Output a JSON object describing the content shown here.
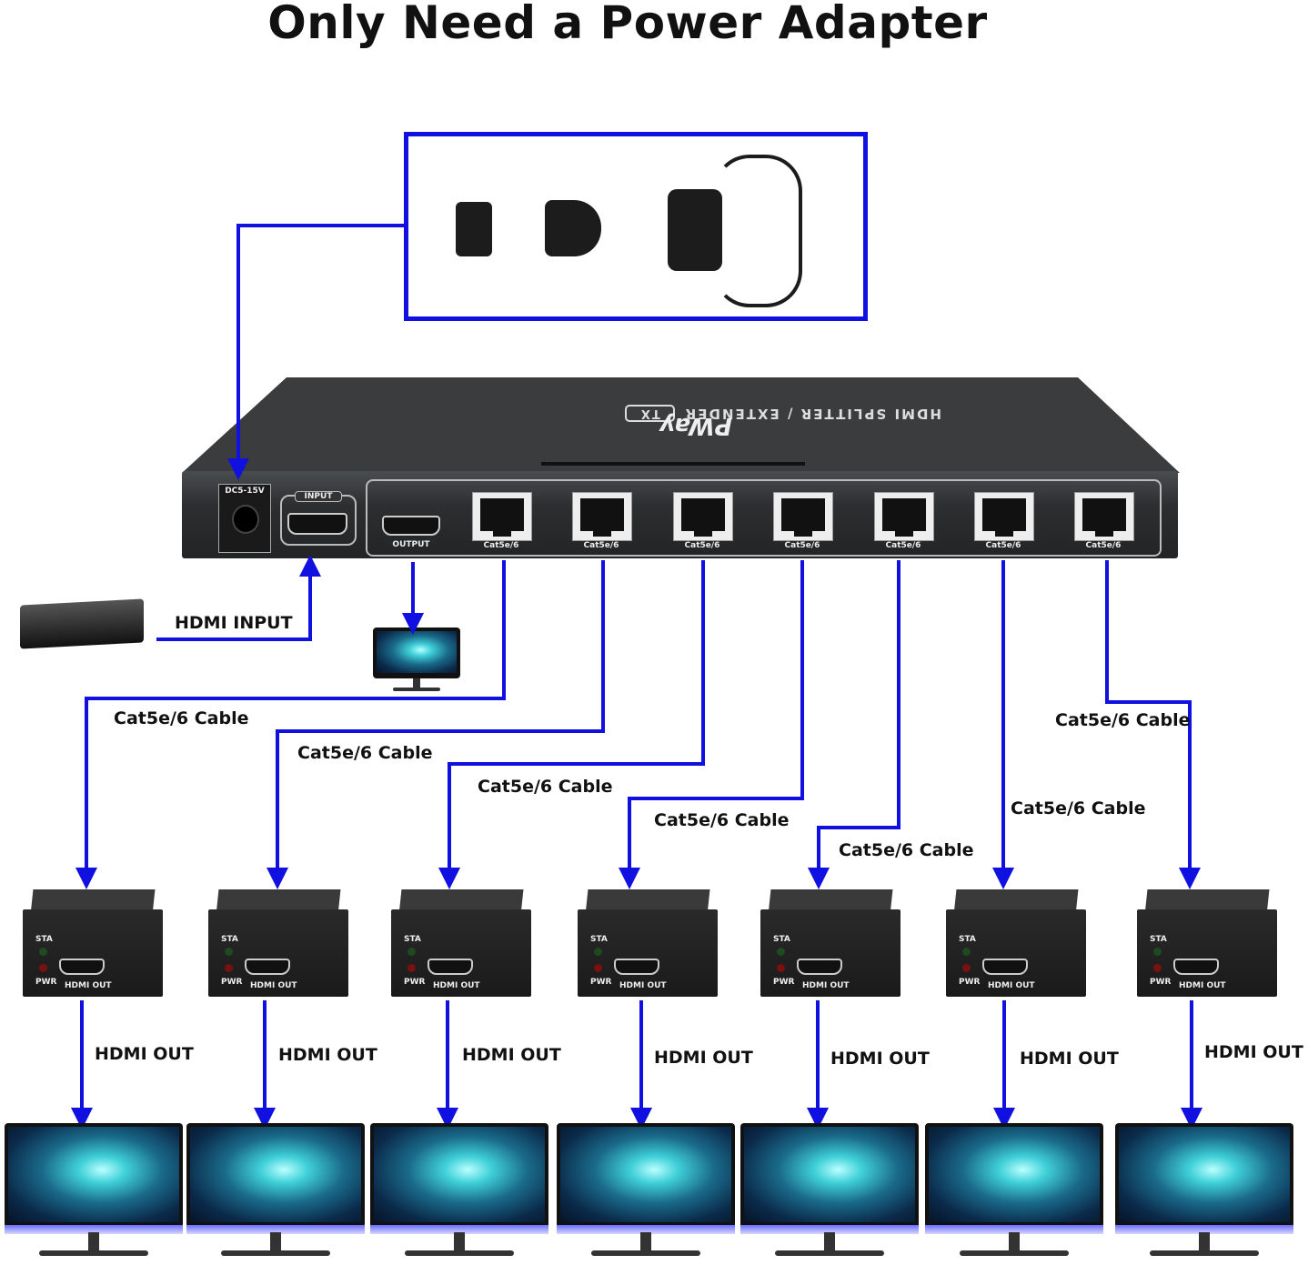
{
  "title": "Only Need a Power Adapter",
  "splitter": {
    "brand": "PWay",
    "model_text": "HDMI SPLITTER / EXTENDER",
    "badge": "TX",
    "dc_label": "DC5-15V",
    "input_label": "INPUT",
    "output_label": "OUTPUT",
    "port_label": "Cat5e/6",
    "port_count": 7
  },
  "labels": {
    "hdmi_input": "HDMI INPUT",
    "cable": "Cat5e/6 Cable",
    "hdmi_out": "HDMI OUT"
  },
  "receiver": {
    "sta": "STA",
    "pwr": "PWR",
    "hdmi_out": "HDMI OUT"
  },
  "colors": {
    "arrow": "#1010e0",
    "device": "#2a2c2e"
  }
}
